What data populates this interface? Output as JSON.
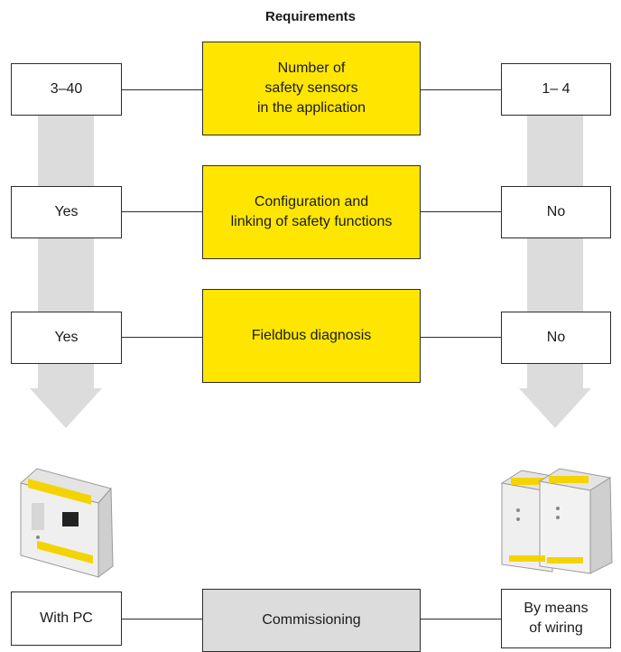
{
  "title": "Requirements",
  "rows": [
    {
      "left": "3–40",
      "center": "Number of\nsafety sensors\nin the application",
      "right": "1– 4"
    },
    {
      "left": "Yes",
      "center": "Configuration and\nlinking of safety functions",
      "right": "No"
    },
    {
      "left": "Yes",
      "center": "Fieldbus diagnosis",
      "right": "No"
    }
  ],
  "bottom": {
    "left": "With PC",
    "center": "Commissioning",
    "right": "By means\nof wiring"
  },
  "colors": {
    "yellow": "#ffe600",
    "grey": "#dcdcdc",
    "border": "#2b2b2b"
  }
}
